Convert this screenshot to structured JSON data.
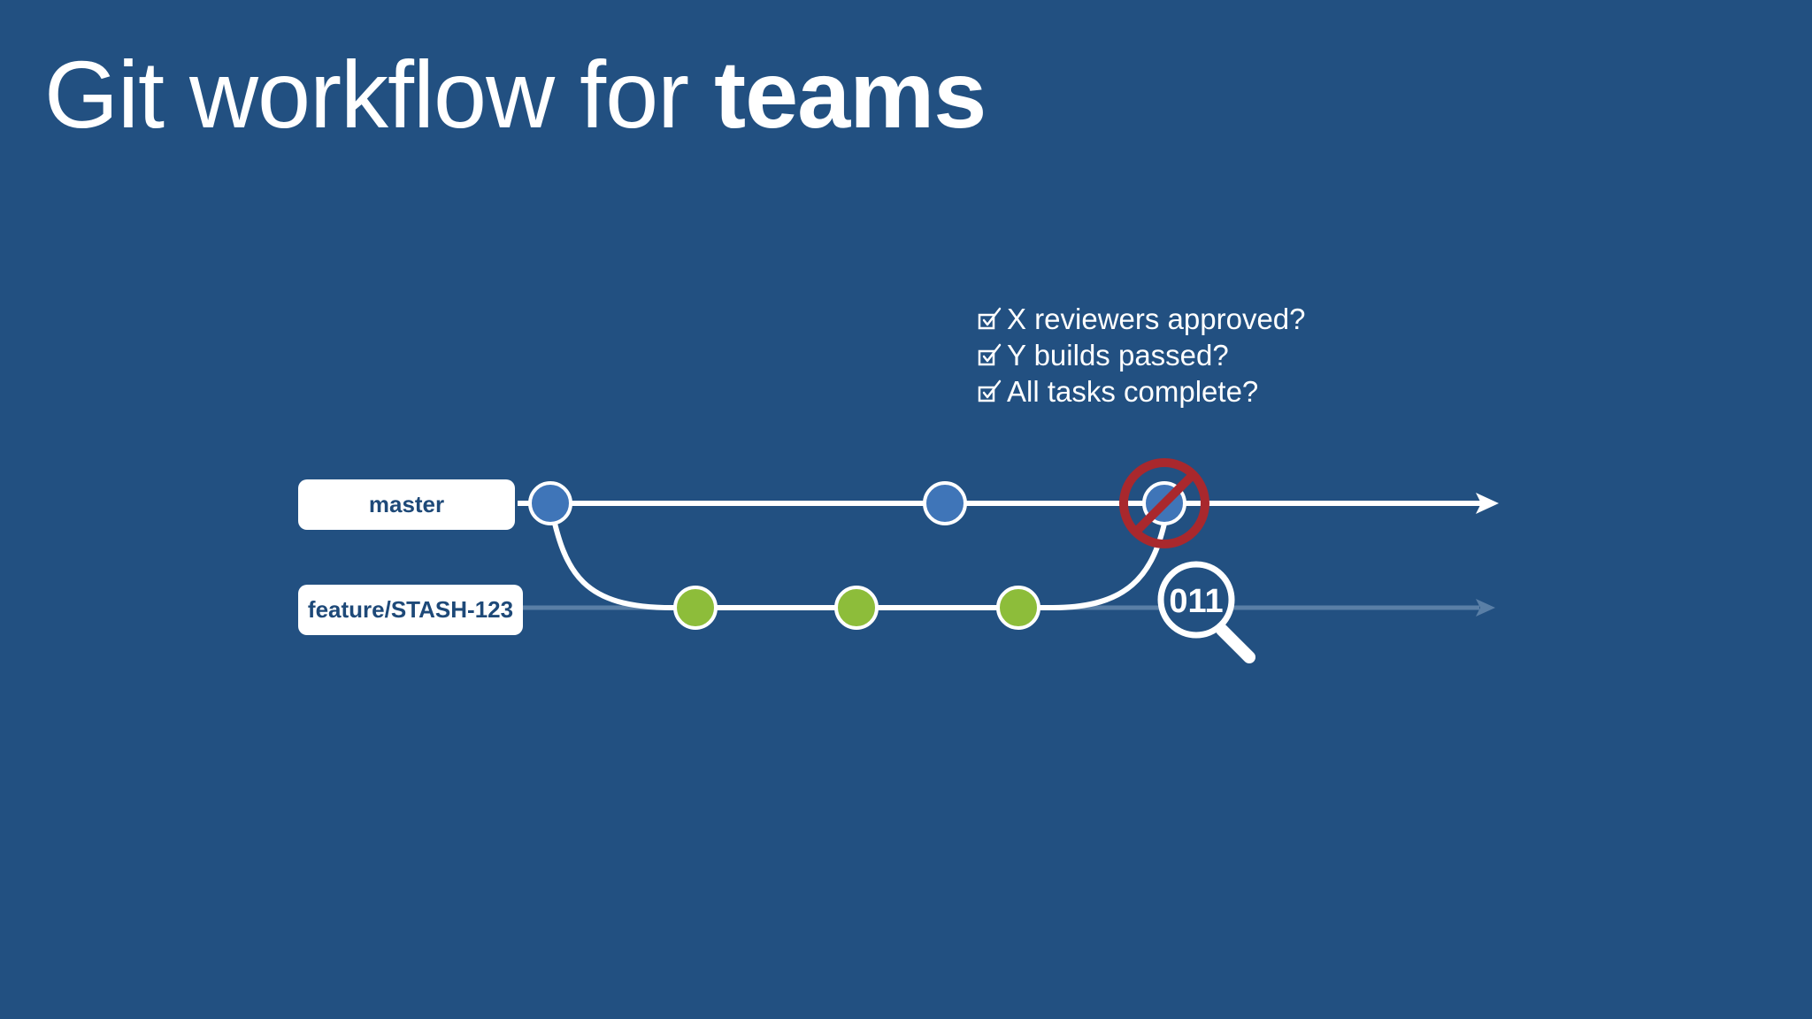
{
  "title": {
    "regular": "Git workflow for ",
    "bold": "teams"
  },
  "checklist": {
    "items": [
      "X reviewers approved?",
      "Y builds passed?",
      "All tasks complete?"
    ]
  },
  "branches": {
    "master": "master",
    "feature": "feature/STASH-123"
  },
  "magnifier_text": "011",
  "colors": {
    "background": "#225081",
    "master_commit": "#3f75b8",
    "feature_commit": "#8dbd3a",
    "block_sign": "#a9282d",
    "line": "#ffffff"
  },
  "icons": {
    "check": "checkbox-check-icon",
    "block": "no-entry-icon",
    "search": "magnifier-icon"
  }
}
